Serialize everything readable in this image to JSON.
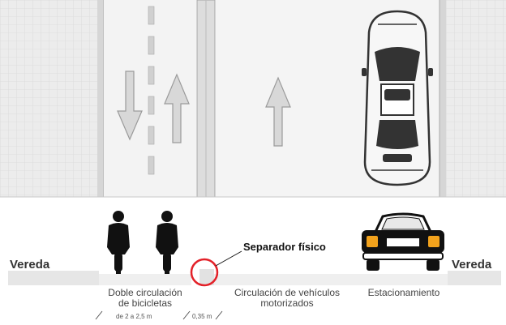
{
  "labels": {
    "vereda_left": "Vereda",
    "vereda_right": "Vereda",
    "separator": "Separador físico",
    "bike_lane_line1": "Doble circulación",
    "bike_lane_line2": "de bicicletas",
    "motor_line1": "Circulación de vehículos",
    "motor_line2": "motorizados",
    "parking": "Estacionamiento",
    "bike_width": "de 2 a 2,5 m",
    "separator_width": "0,35 m"
  },
  "colors": {
    "sidewalk": "#ececec",
    "grid_line": "#dcdcdc",
    "road": "#f2f2f2",
    "separator_accent": "#e32129",
    "arrow_fill": "#d8d8d8",
    "arrow_stroke": "#9a9a9a",
    "silhouette": "#111111",
    "taillight": "#f2a21c"
  },
  "icons": [
    "arrow-down-icon",
    "arrow-up-icon",
    "car-top-view-icon",
    "cyclist-icon",
    "car-rear-view-icon"
  ]
}
